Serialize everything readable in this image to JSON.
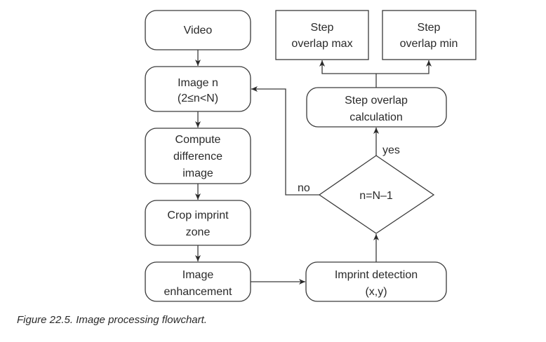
{
  "nodes": {
    "video": {
      "lines": [
        "Video"
      ]
    },
    "image_n": {
      "lines": [
        "Image n",
        "(2≤n<N)"
      ]
    },
    "compute_difference": {
      "lines": [
        "Compute",
        "difference",
        "image"
      ]
    },
    "crop_imprint": {
      "lines": [
        "Crop imprint",
        "zone"
      ]
    },
    "image_enhancement": {
      "lines": [
        "Image",
        "enhancement"
      ]
    },
    "imprint_detection": {
      "lines": [
        "Imprint detection",
        "(x,y)"
      ]
    },
    "decision": {
      "lines": [
        "n=N–1"
      ]
    },
    "step_overlap_calc": {
      "lines": [
        "Step overlap",
        "calculation"
      ]
    },
    "step_overlap_max": {
      "lines": [
        "Step",
        "overlap max"
      ]
    },
    "step_overlap_min": {
      "lines": [
        "Step",
        "overlap min"
      ]
    }
  },
  "edge_labels": {
    "yes": "yes",
    "no": "no"
  },
  "caption": "Figure 22.5. Image processing flowchart."
}
